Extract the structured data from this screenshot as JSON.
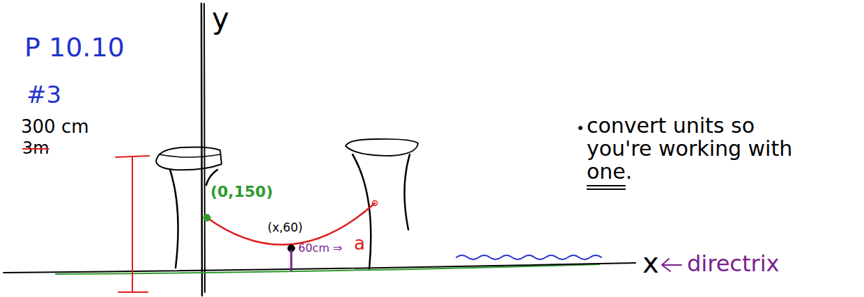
{
  "diagram": {
    "labels": [
      "P 10.10",
      "#3",
      "300 cm",
      "3m",
      "y",
      "(0,150)",
      "(x,60)",
      "60cm ⇒",
      "a",
      "convert units so you're working with one.",
      "x",
      "directrix"
    ]
  }
}
